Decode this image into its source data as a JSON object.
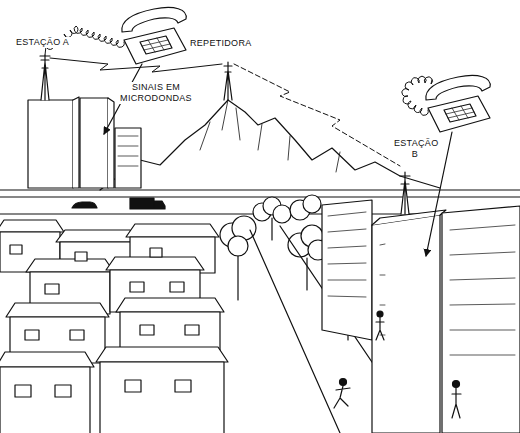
{
  "diagram": {
    "labels": [
      "ESTAÇÃO A",
      "SINAIS EM MICRODONDAS",
      "REPETIDORA",
      "ESTAÇÃO B"
    ]
  }
}
